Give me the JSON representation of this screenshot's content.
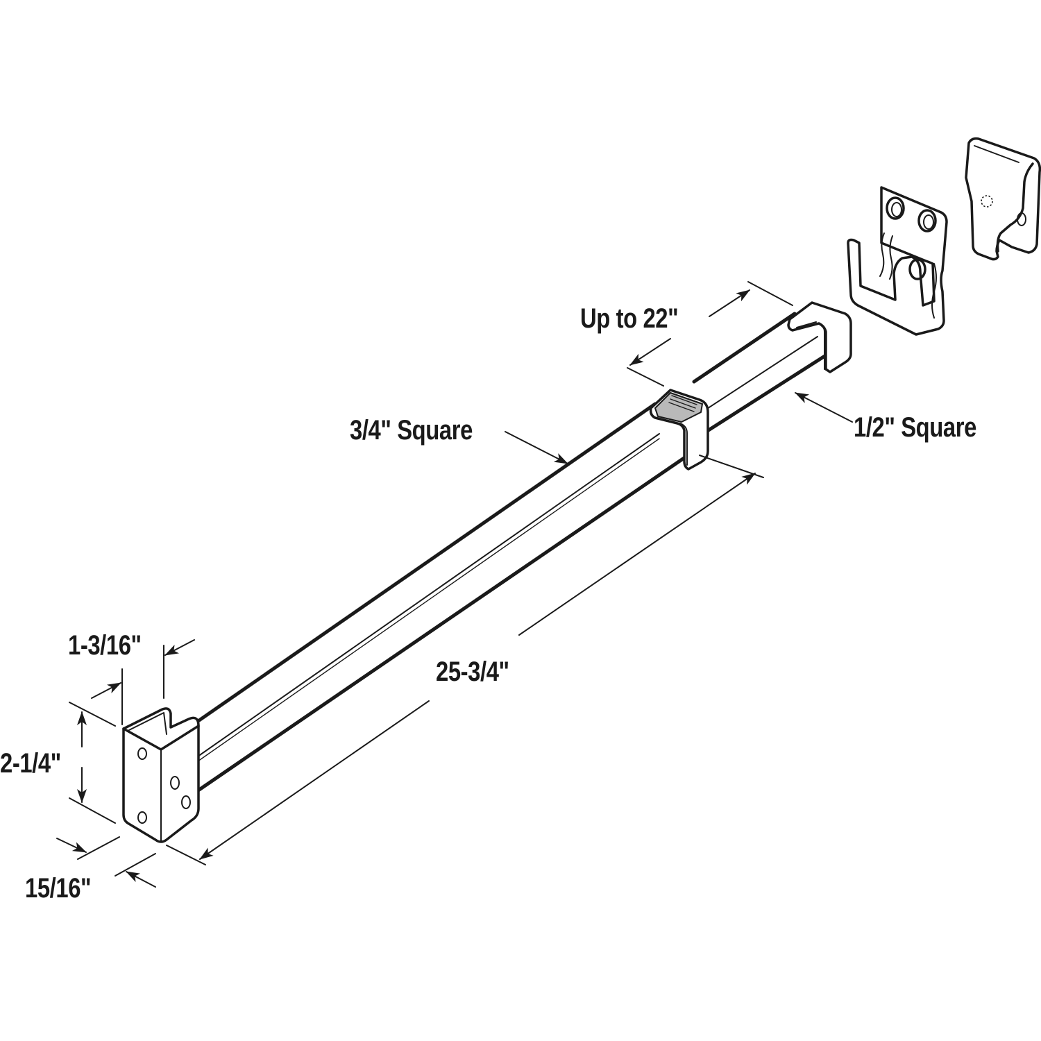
{
  "diagram": {
    "subject": "Adjustable closet rod with end brackets",
    "colors": {
      "line": "#1a1a1a",
      "background": "#ffffff",
      "slide_lock": "#b9b9b9"
    },
    "labels": {
      "extension": "Up to 22\"",
      "inner_tube": "1/2\" Square",
      "outer_tube": "3/4\" Square",
      "length": "25-3/4\"",
      "bracket_depth": "1-3/16\"",
      "bracket_height": "2-1/4\"",
      "bracket_width": "15/16\""
    },
    "parts": [
      "u-bracket-end",
      "outer-square-tube",
      "slide-lock-clip",
      "inner-square-tube",
      "end-cap",
      "hook-bracket",
      "clip-bracket"
    ]
  }
}
